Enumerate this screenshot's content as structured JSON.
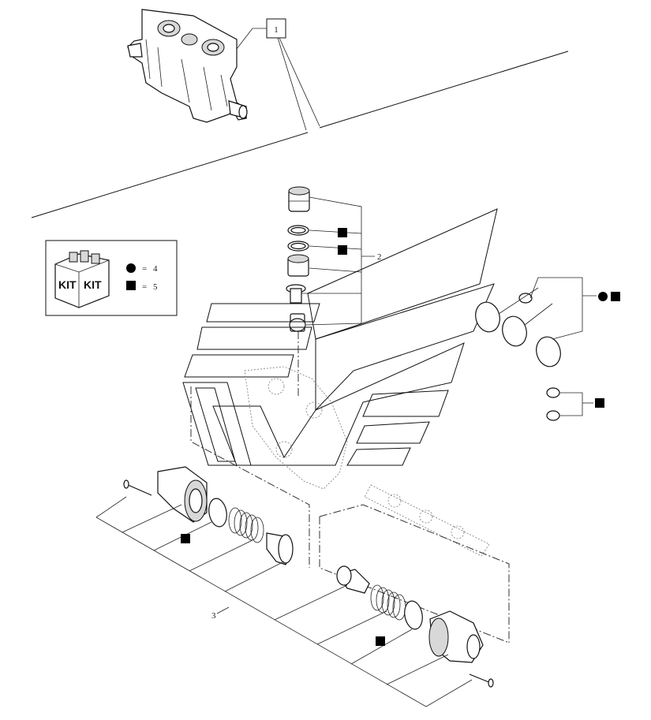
{
  "callouts": {
    "assembly": "1",
    "seal_set": "2",
    "spring_group": "3"
  },
  "kit_box": {
    "label": "KIT",
    "legend": [
      {
        "symbol": "circle",
        "equals": "=",
        "value": "4"
      },
      {
        "symbol": "square",
        "equals": "=",
        "value": "5"
      }
    ]
  }
}
